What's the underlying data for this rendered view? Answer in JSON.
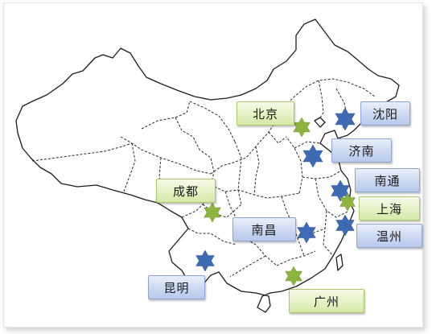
{
  "map": {
    "colors": {
      "outline": "#1c1c1c",
      "province_border": "#2a2a2a",
      "blue_star": "#3d6bb3",
      "green_star": "#8cb43f"
    },
    "cities": [
      {
        "id": "shenyang",
        "label": "沈阳",
        "marker": "blue-star",
        "style": "blue"
      },
      {
        "id": "beijing",
        "label": "北京",
        "marker": "green-star",
        "style": "green"
      },
      {
        "id": "jinan",
        "label": "济南",
        "marker": "blue-star",
        "style": "blue"
      },
      {
        "id": "nantong",
        "label": "南通",
        "marker": "blue-star",
        "style": "blue"
      },
      {
        "id": "shanghai",
        "label": "上海",
        "marker": "green-star",
        "style": "green"
      },
      {
        "id": "chengdu",
        "label": "成都",
        "marker": "green-star",
        "style": "green"
      },
      {
        "id": "nanchang",
        "label": "南昌",
        "marker": "blue-star",
        "style": "blue"
      },
      {
        "id": "wenzhou",
        "label": "温州",
        "marker": "blue-star",
        "style": "blue"
      },
      {
        "id": "kunming",
        "label": "昆明",
        "marker": "blue-star",
        "style": "blue"
      },
      {
        "id": "guangzhou",
        "label": "广州",
        "marker": "green-star",
        "style": "green"
      }
    ]
  }
}
